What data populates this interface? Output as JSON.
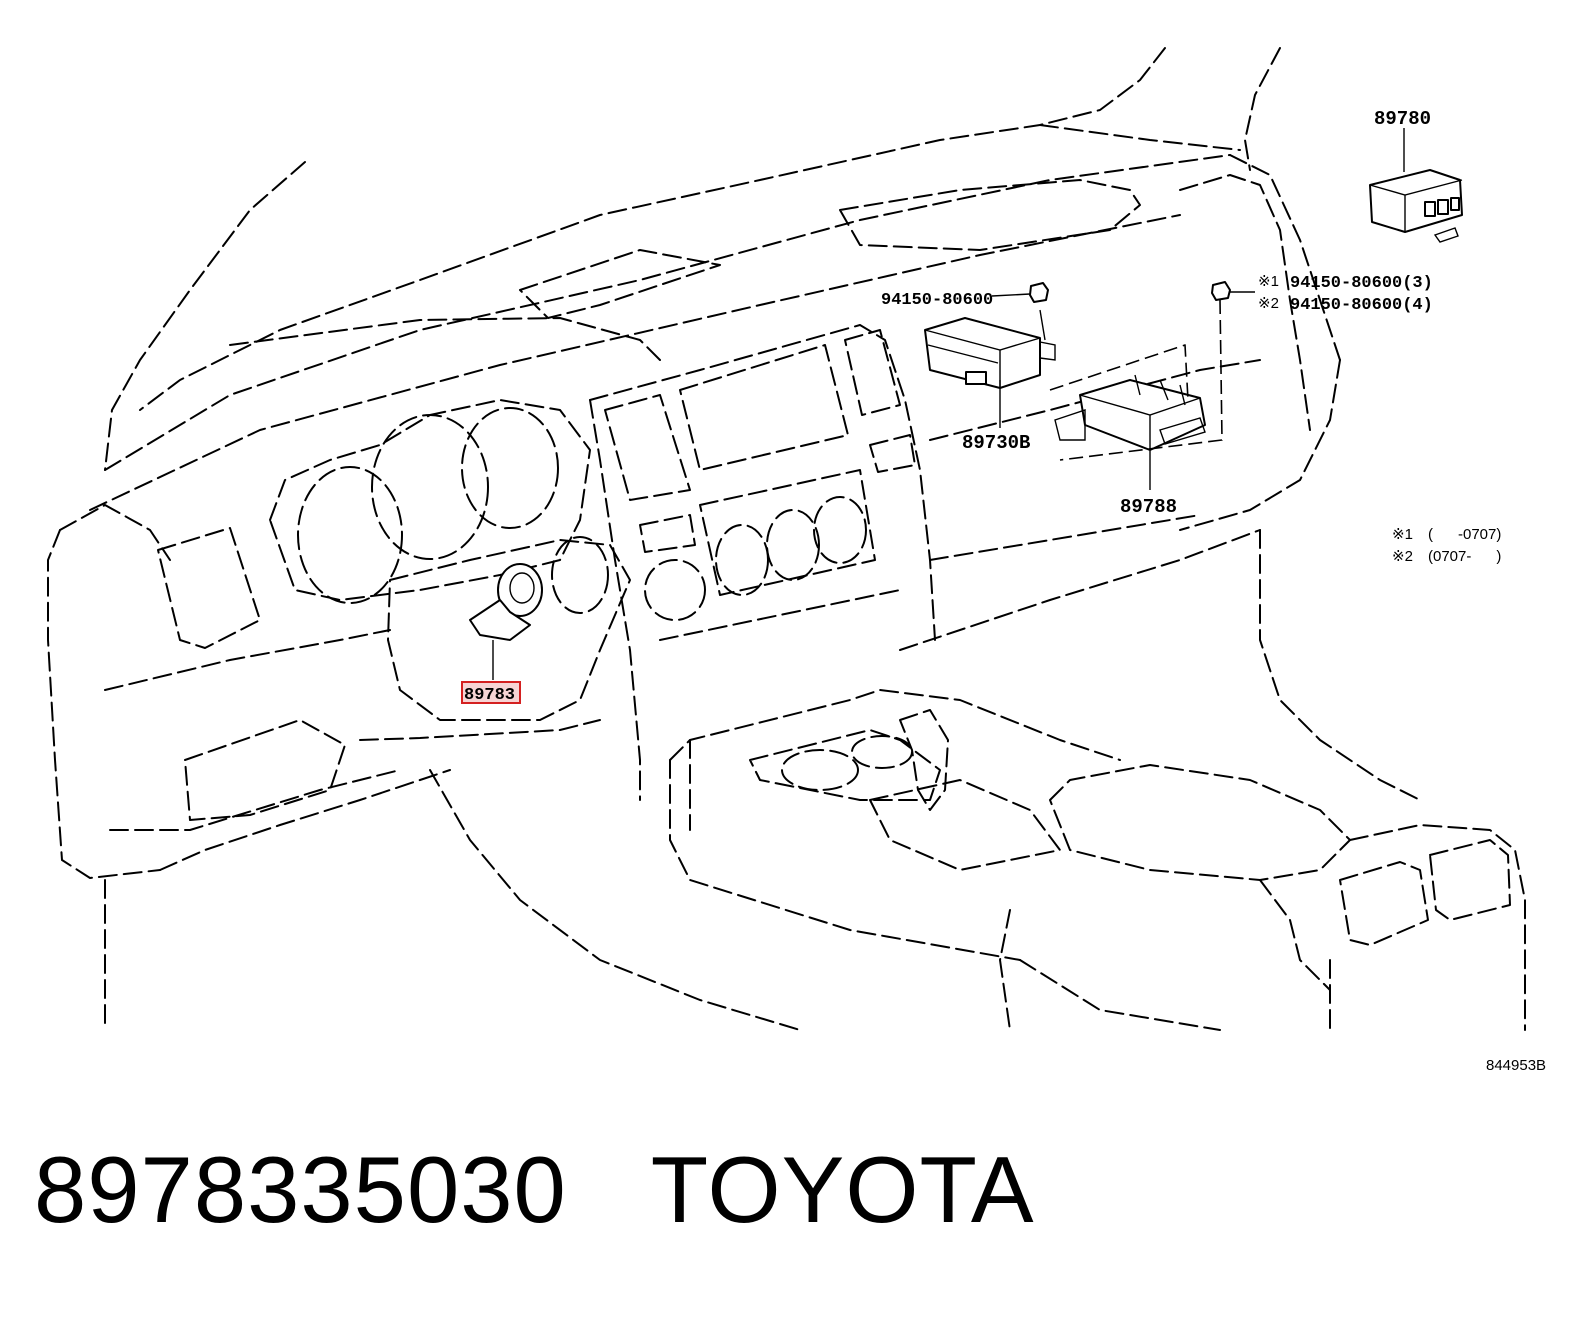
{
  "diagram": {
    "parts": {
      "p89780": "89780",
      "p89730B": "89730B",
      "p89788": "89788",
      "p89783": "89783",
      "bolt_left": "94150-80600",
      "bolt_right_1": "94150-80600(3)",
      "bolt_right_2": "94150-80600(4)"
    },
    "markers": {
      "m1": "※1",
      "m2": "※2"
    },
    "legend": [
      {
        "mark": "※1",
        "range": "(      -0707)"
      },
      {
        "mark": "※2",
        "range": "(0707-      )"
      }
    ],
    "illustration_code": "844953B",
    "highlight_color": "#d42020"
  },
  "caption": {
    "part_number": "8978335030",
    "brand": "TOYOTA"
  }
}
